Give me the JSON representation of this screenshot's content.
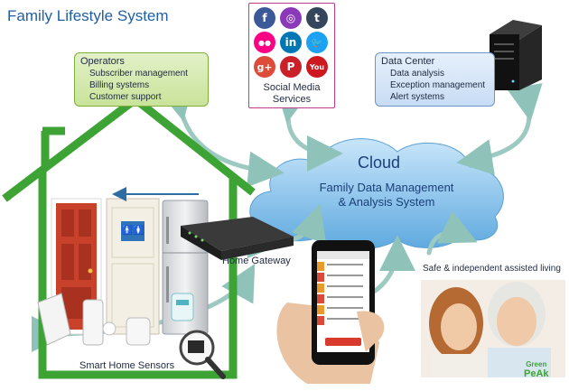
{
  "title": "Family Lifestyle System",
  "operators": {
    "heading": "Operators",
    "items": [
      "Subscriber management",
      "Billing systems",
      "Customer support"
    ]
  },
  "social_media": {
    "label_line1": "Social Media",
    "label_line2": "Services",
    "icons": [
      {
        "name": "facebook-icon",
        "glyph": "f",
        "color": "#3b5998"
      },
      {
        "name": "instagram-icon",
        "glyph": "◎",
        "color": "#8a3ab9"
      },
      {
        "name": "tumblr-icon",
        "glyph": "t",
        "color": "#35465c"
      },
      {
        "name": "flickr-icon",
        "glyph": "●●",
        "color": "#ff0084"
      },
      {
        "name": "linkedin-icon",
        "glyph": "in",
        "color": "#0077b5"
      },
      {
        "name": "twitter-icon",
        "glyph": "🐦",
        "color": "#1da1f2"
      },
      {
        "name": "google-plus-icon",
        "glyph": "g+",
        "color": "#dd4b39"
      },
      {
        "name": "pinterest-icon",
        "glyph": "P",
        "color": "#cb2027"
      },
      {
        "name": "youtube-icon",
        "glyph": "You",
        "color": "#cc181e"
      }
    ]
  },
  "data_center": {
    "heading": "Data Center",
    "items": [
      "Data analysis",
      "Exception management",
      "Alert systems"
    ]
  },
  "cloud": {
    "title": "Cloud",
    "subtitle_line1": "Family Data Management",
    "subtitle_line2": "& Analysis System"
  },
  "labels": {
    "home_gateway": "Home Gateway",
    "smart_home_sensors": "Smart Home Sensors",
    "assisted_living": "Safe & independent assisted living"
  },
  "restroom_sign": "🚹🚺",
  "logo": {
    "line1": "Green",
    "line2": "PeAk"
  },
  "colors": {
    "house": "#3ea335",
    "cloud": "#86c4ec",
    "arrow": "#9cc9c0",
    "title": "#1f5fa5"
  }
}
